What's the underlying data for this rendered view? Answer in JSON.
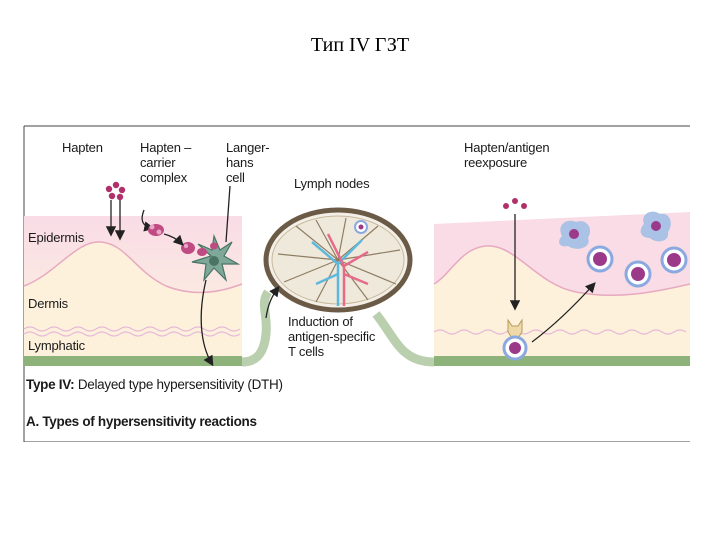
{
  "slide_title": "Тип IV  ГЗТ",
  "labels": {
    "hapten": "Hapten",
    "hapten_carrier": [
      "Hapten –",
      "carrier",
      "complex"
    ],
    "langerhans": [
      "Langer-",
      "hans",
      "cell"
    ],
    "lymph_nodes": "Lymph nodes",
    "reexposure": [
      "Hapten/antigen",
      "reexposure"
    ],
    "epidermis": "Epidermis",
    "dermis": "Dermis",
    "lymphatic": "Lymphatic",
    "induction": [
      "Induction of",
      "antigen-specific",
      "T cells"
    ]
  },
  "caption": {
    "type_bold": "Type IV:",
    "type_text": " Delayed type hypersensitivity (DTH)",
    "section": "A. Types of hypersensitivity reactions"
  },
  "colors": {
    "epidermis": "#f9dce6",
    "dermis": "#fdf1dc",
    "lymphatic_bar": "#8db27a",
    "hapten": "#b0306a",
    "cell_ring": "#8aa9e0",
    "cell_core": "#9c3a8a",
    "node_border": "#6b5a46",
    "node_fill": "#f3efe6"
  }
}
